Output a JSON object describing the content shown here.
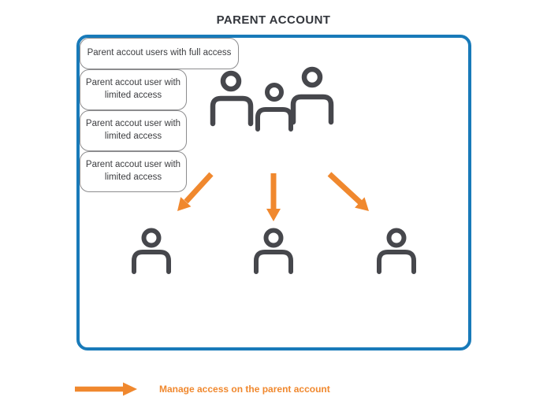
{
  "title": "PARENT ACCOUNT",
  "parent_box": {
    "full_access_label": "Parent accout users with full access",
    "limited_access_labels": [
      "Parent accout user with limited access",
      "Parent accout user with limited access",
      "Parent accout user with limited access"
    ]
  },
  "legend": {
    "text": "Manage access on the parent account"
  },
  "icons": {
    "group": "users-group-icon",
    "user": "user-icon",
    "branch_arrows": [
      "arrow-down-left-icon",
      "arrow-down-icon",
      "arrow-down-right-icon"
    ],
    "legend_arrow": "arrow-right-icon"
  },
  "colors": {
    "box-blue": "#187ab9",
    "arrow-orange": "#f0882e",
    "icon-gray": "#46474c",
    "pill-border-gray": "#8c8c8e",
    "title-dark": "#33363c",
    "text-dark": "#3c3d40"
  }
}
